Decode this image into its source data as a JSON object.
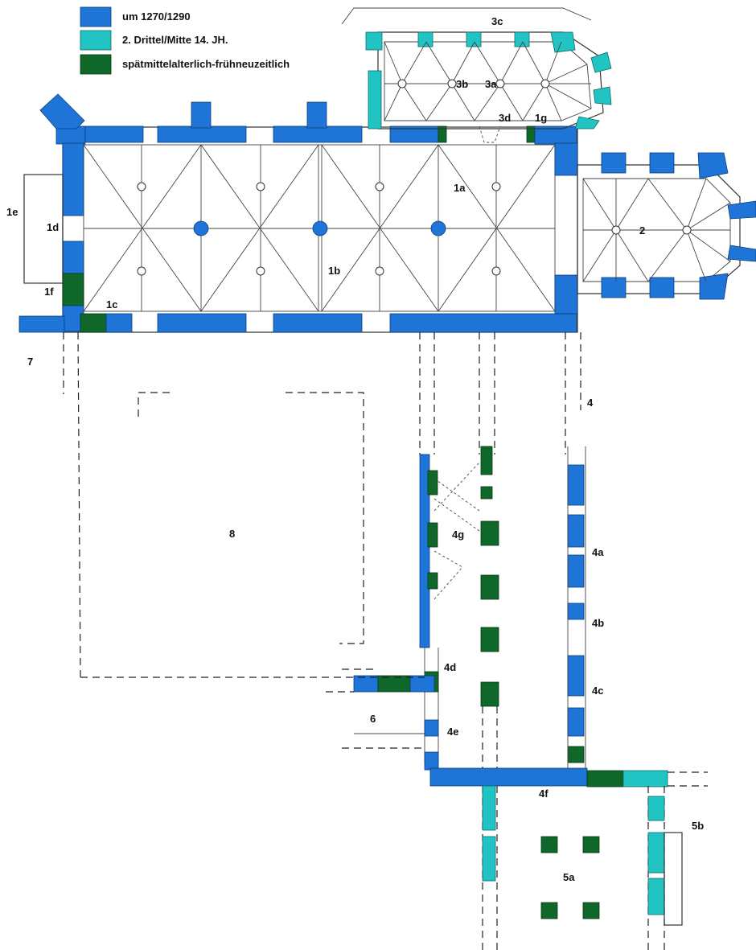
{
  "legend": {
    "items": [
      {
        "label": "um 1270/1290",
        "color": "#1f74d8"
      },
      {
        "label": "2. Drittel/Mitte 14. JH.",
        "color": "#22c3c3"
      },
      {
        "label": "spätmittelalterlich-frühneuzeitlich",
        "color": "#10672a"
      }
    ]
  },
  "labels": {
    "l1a": "1a",
    "l1b": "1b",
    "l1c": "1c",
    "l1d": "1d",
    "l1e": "1e",
    "l1f": "1f",
    "l1g": "1g",
    "l2": "2",
    "l3a": "3a",
    "l3b": "3b",
    "l3c": "3c",
    "l3d": "3d",
    "l4": "4",
    "l4a": "4a",
    "l4b": "4b",
    "l4c": "4c",
    "l4d": "4d",
    "l4e": "4e",
    "l4f": "4f",
    "l4g": "4g",
    "l5a": "5a",
    "l5b": "5b",
    "l6": "6",
    "l7": "7",
    "l8": "8"
  }
}
